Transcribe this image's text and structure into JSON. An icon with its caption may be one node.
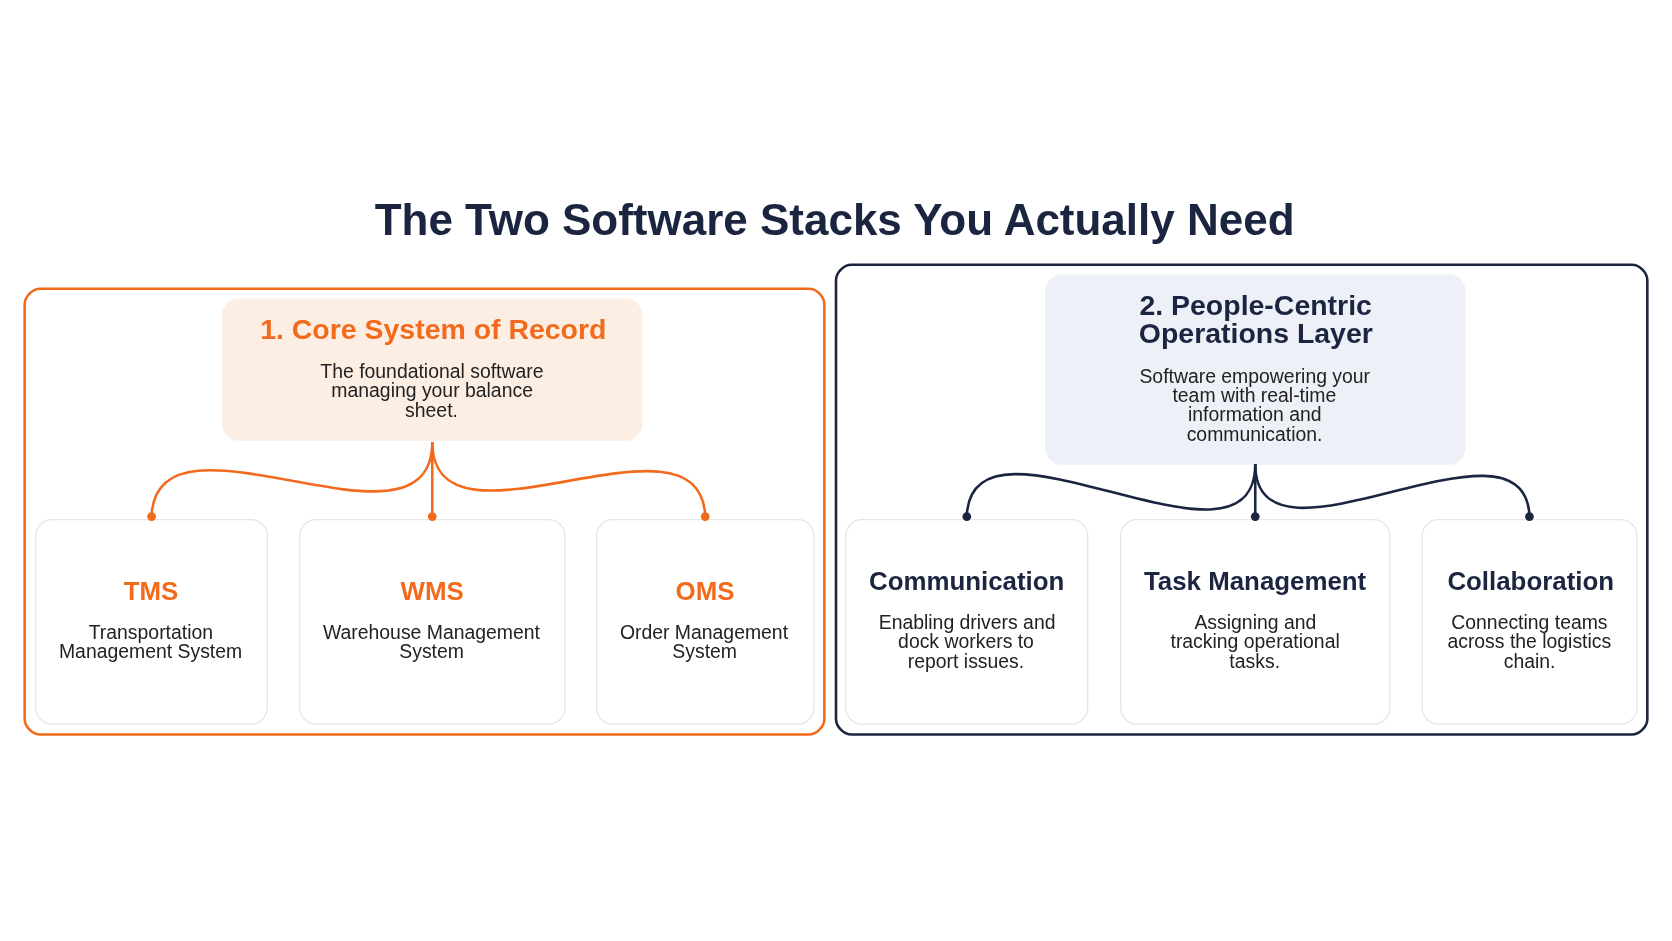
{
  "diagram": {
    "title": "The Two Software Stacks You Actually Need",
    "nodes": [
      {
        "text": [],
        "shape": "box"
      },
      {
        "text": [
          "1. Core System of Record",
          "The foundational software managing your balance sheet."
        ],
        "in": 0
      },
      {
        "text": [
          "TMS",
          "Transportation Management System"
        ],
        "in": 0
      },
      {
        "text": [
          "WMS",
          "Warehouse Management System"
        ],
        "in": 0
      },
      {
        "text": [
          "OMS",
          "Order Management System"
        ],
        "in": 0
      },
      {
        "text": [],
        "shape": "box"
      },
      {
        "text": [
          "2. People-Centric Operations Layer",
          "Software empowering your team with real-time information and communication."
        ],
        "in": 5
      },
      {
        "text": [
          "Communication",
          "Enabling drivers and dock workers to report issues."
        ],
        "in": 5
      },
      {
        "text": [
          "Task Management",
          "Assigning and tracking operational tasks."
        ],
        "in": 5
      },
      {
        "text": [
          "Collaboration",
          "Connecting teams across the logistics chain."
        ],
        "in": 5
      }
    ],
    "edges": [
      {
        "from": 1,
        "to": 2,
        "arrow": "other",
        "color": "#f26b1d"
      },
      {
        "from": 1,
        "to": 3,
        "arrow": "other",
        "color": "#f26b1d"
      },
      {
        "from": 1,
        "to": 4,
        "arrow": "other",
        "color": "#f26b1d"
      },
      {
        "from": 6,
        "to": 7,
        "arrow": "other",
        "color": "#1b2540"
      },
      {
        "from": 6,
        "to": 8,
        "arrow": "other",
        "color": "#1b2540"
      },
      {
        "from": 6,
        "to": 9,
        "arrow": "other",
        "color": "#1b2540"
      }
    ]
  }
}
